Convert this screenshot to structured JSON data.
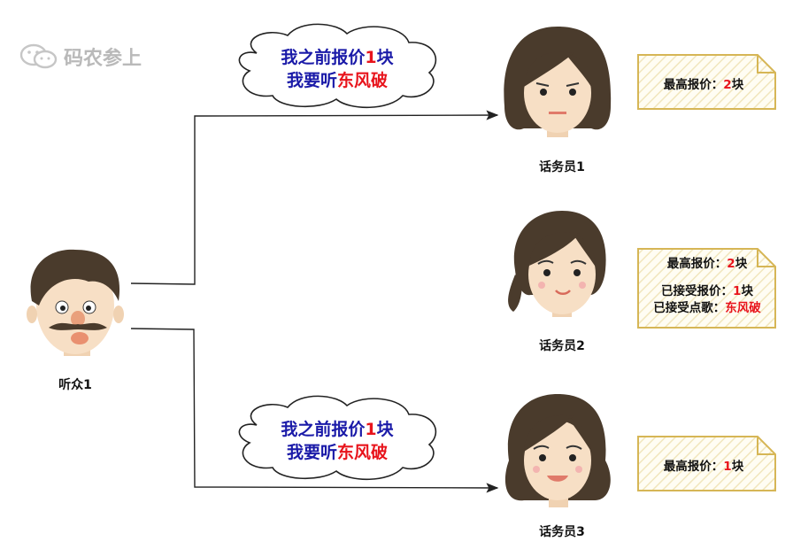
{
  "watermark": {
    "text": "码农参上",
    "icon": "wechat-icon"
  },
  "listener": {
    "label": "听众1"
  },
  "operators": [
    {
      "label": "话务员1"
    },
    {
      "label": "话务员2"
    },
    {
      "label": "话务员3"
    }
  ],
  "clouds": [
    {
      "line1_a": "我之前报价",
      "line1_num": "1",
      "line1_b": "块",
      "line2_a": "我要听",
      "line2_song": "东风破"
    },
    {
      "line1_a": "我之前报价",
      "line1_num": "1",
      "line1_b": "块",
      "line2_a": "我要听",
      "line2_song": "东风破"
    }
  ],
  "notes": {
    "op1": {
      "label": "最高报价：",
      "value": "2",
      "unit": "块"
    },
    "op2": {
      "label": "最高报价：",
      "value": "2",
      "unit": "块",
      "accepted_label": "已接受报价：",
      "accepted_value": "1",
      "accepted_unit": "块",
      "song_label": "已接受点歌：",
      "song_value": "东风破"
    },
    "op3": {
      "label": "最高报价：",
      "value": "1",
      "unit": "块"
    }
  },
  "colors": {
    "accent_red": "#e8141c",
    "text_blue": "#1a1aa8",
    "note_border": "#d6b656",
    "hair": "#4a3b2c",
    "skin": "#f7dfc5"
  }
}
